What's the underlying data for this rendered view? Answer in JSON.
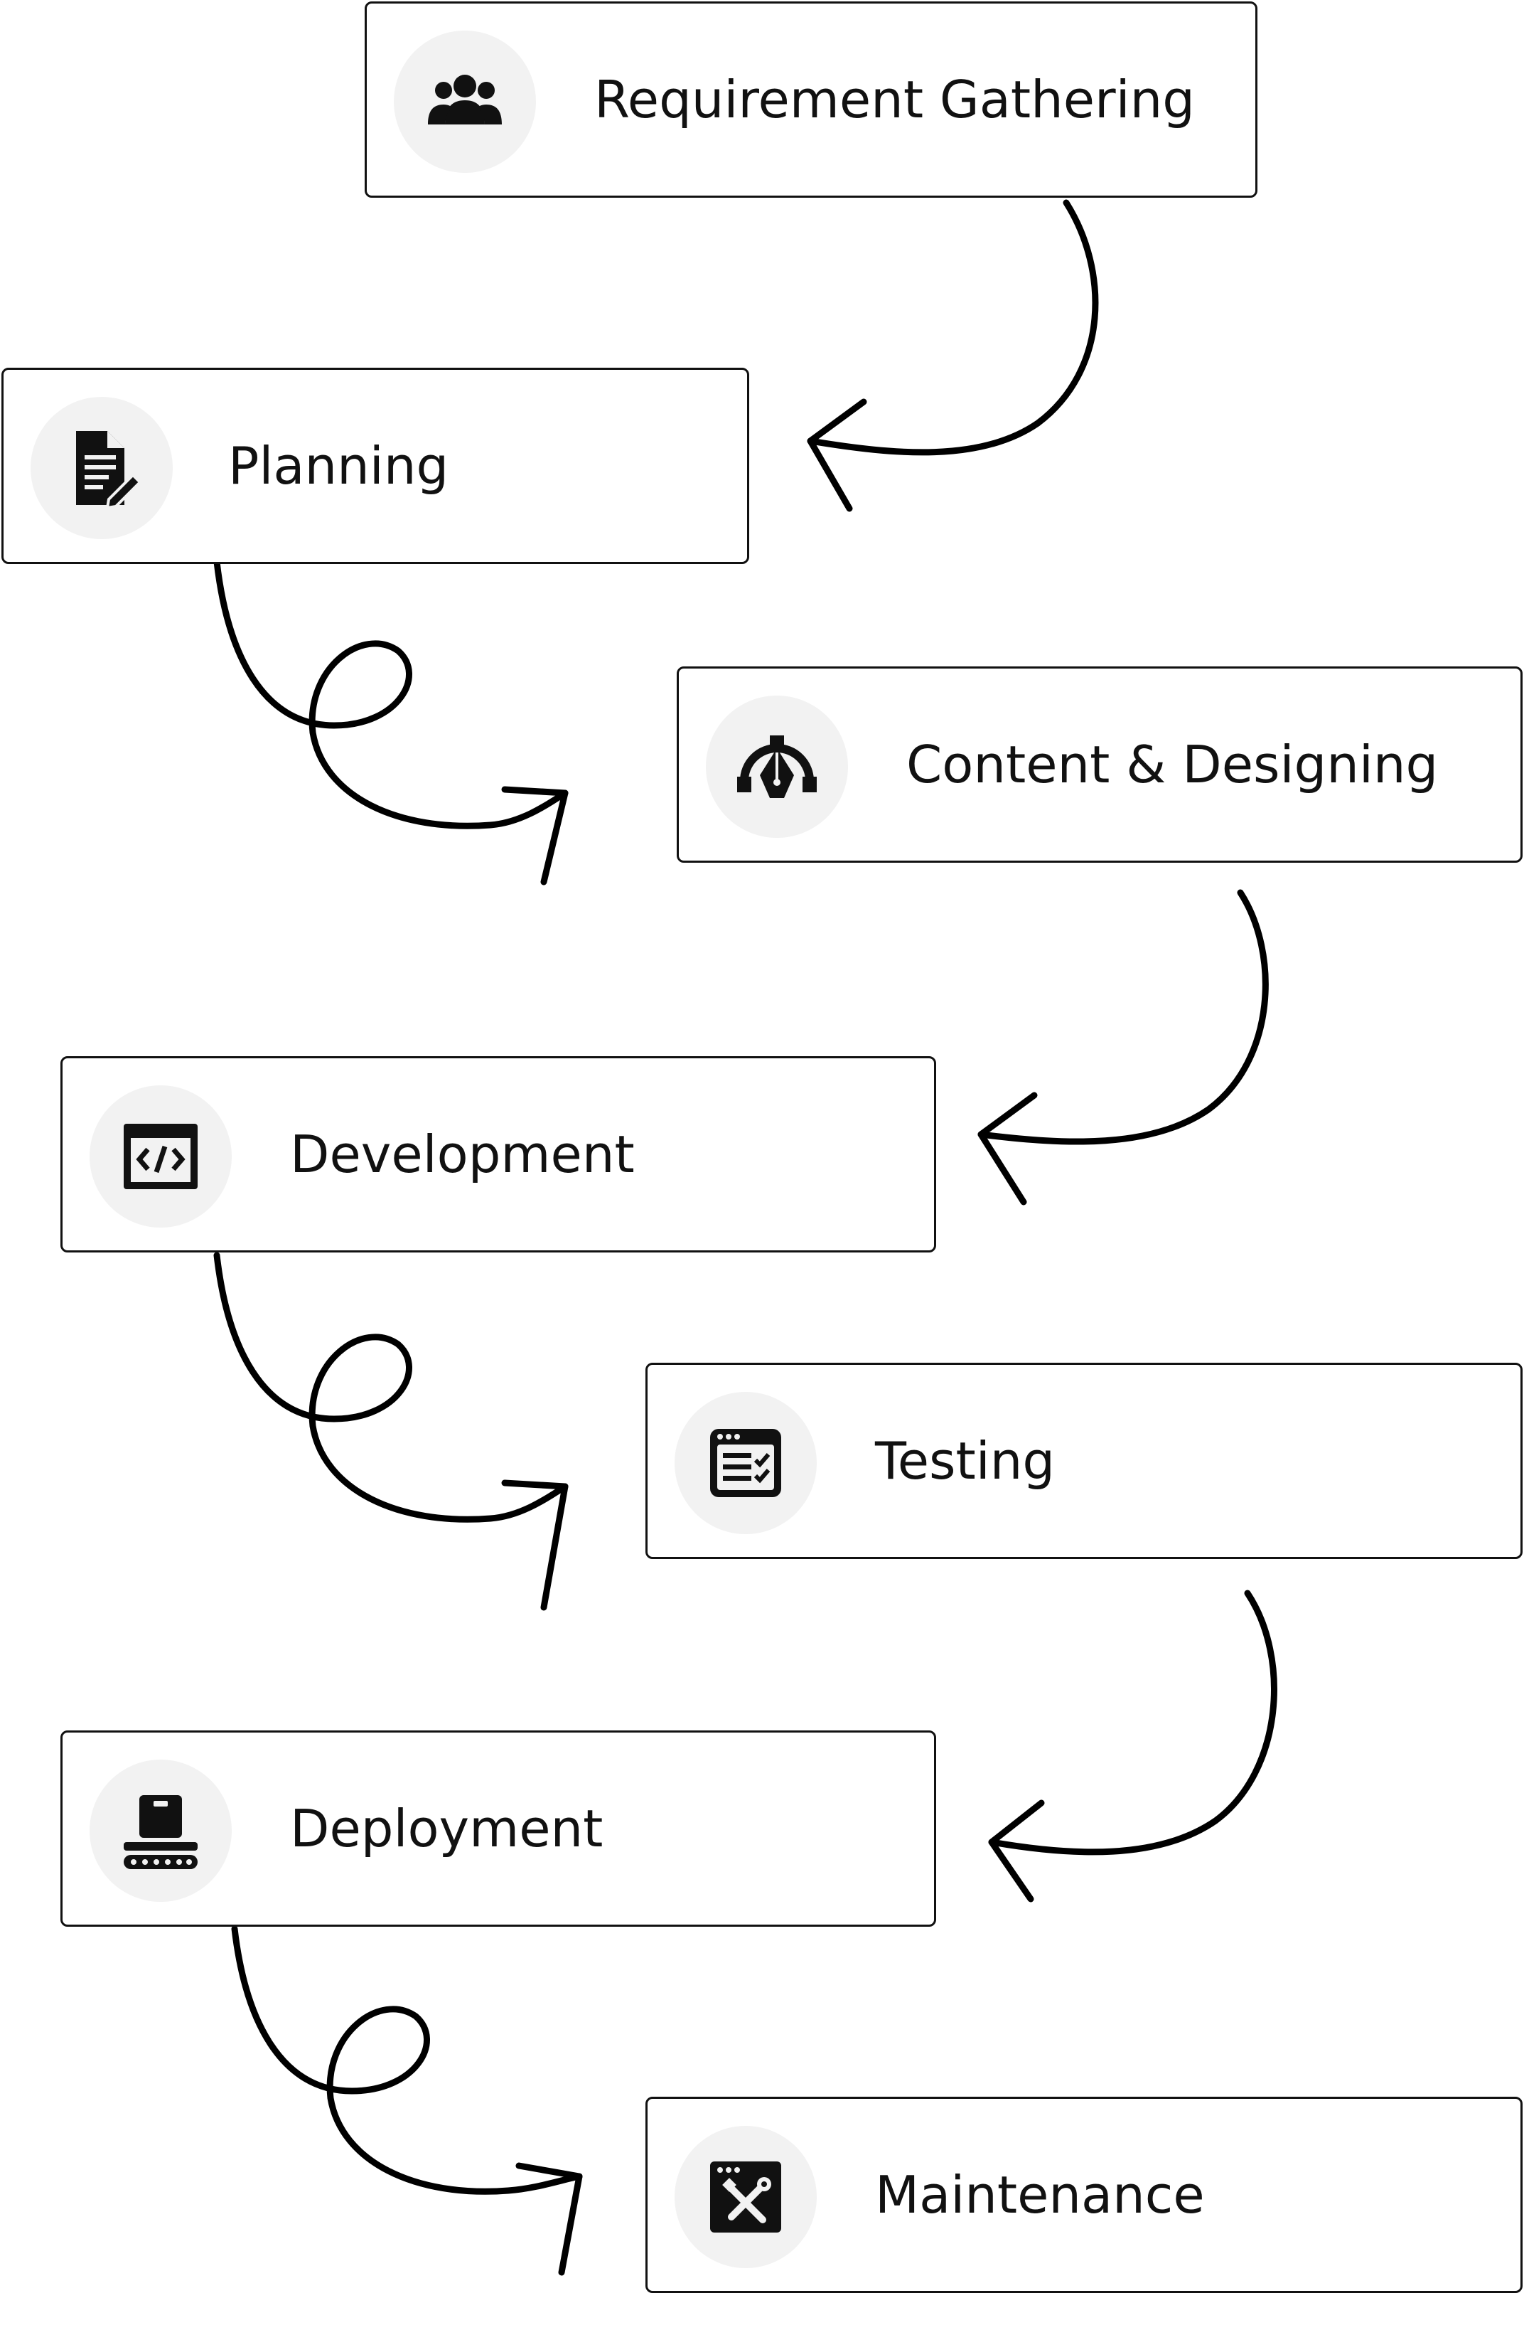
{
  "steps": [
    {
      "label": "Requirement Gathering",
      "icon": "users-group-icon"
    },
    {
      "label": "Planning",
      "icon": "document-edit-icon"
    },
    {
      "label": "Content & Designing",
      "icon": "pen-tool-icon"
    },
    {
      "label": "Development",
      "icon": "code-window-icon"
    },
    {
      "label": "Testing",
      "icon": "checklist-window-icon"
    },
    {
      "label": "Deployment",
      "icon": "conveyor-package-icon"
    },
    {
      "label": "Maintenance",
      "icon": "tools-window-icon"
    }
  ],
  "colors": {
    "box_border": "#111111",
    "icon_bg": "#f2f2f2",
    "arrow": "#000000",
    "text": "#111111"
  }
}
